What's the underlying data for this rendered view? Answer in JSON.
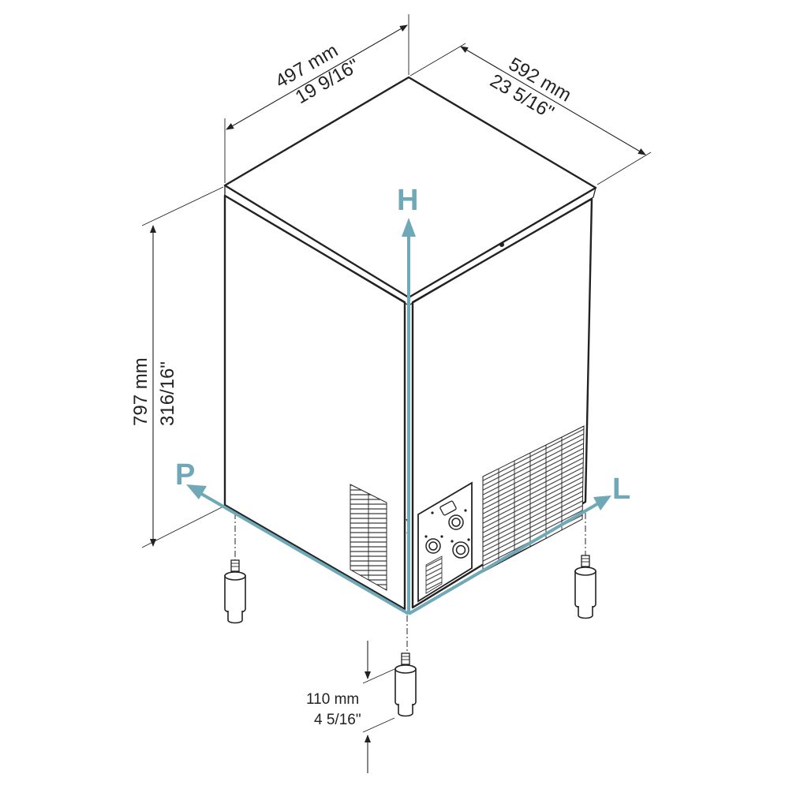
{
  "dimensions": {
    "width": {
      "metric": "497 mm",
      "imperial": "19 9/16\""
    },
    "depth": {
      "metric": "592 mm",
      "imperial": "23 5/16\""
    },
    "height": {
      "metric": "797 mm",
      "imperial": "316/16\""
    },
    "foot": {
      "metric": "110 mm",
      "imperial": "4 5/16\""
    }
  },
  "axes": {
    "height_label": "H",
    "depth_label": "P",
    "length_label": "L"
  },
  "colors": {
    "axis": "#6fa8b6",
    "line": "#222222",
    "background": "#ffffff"
  }
}
